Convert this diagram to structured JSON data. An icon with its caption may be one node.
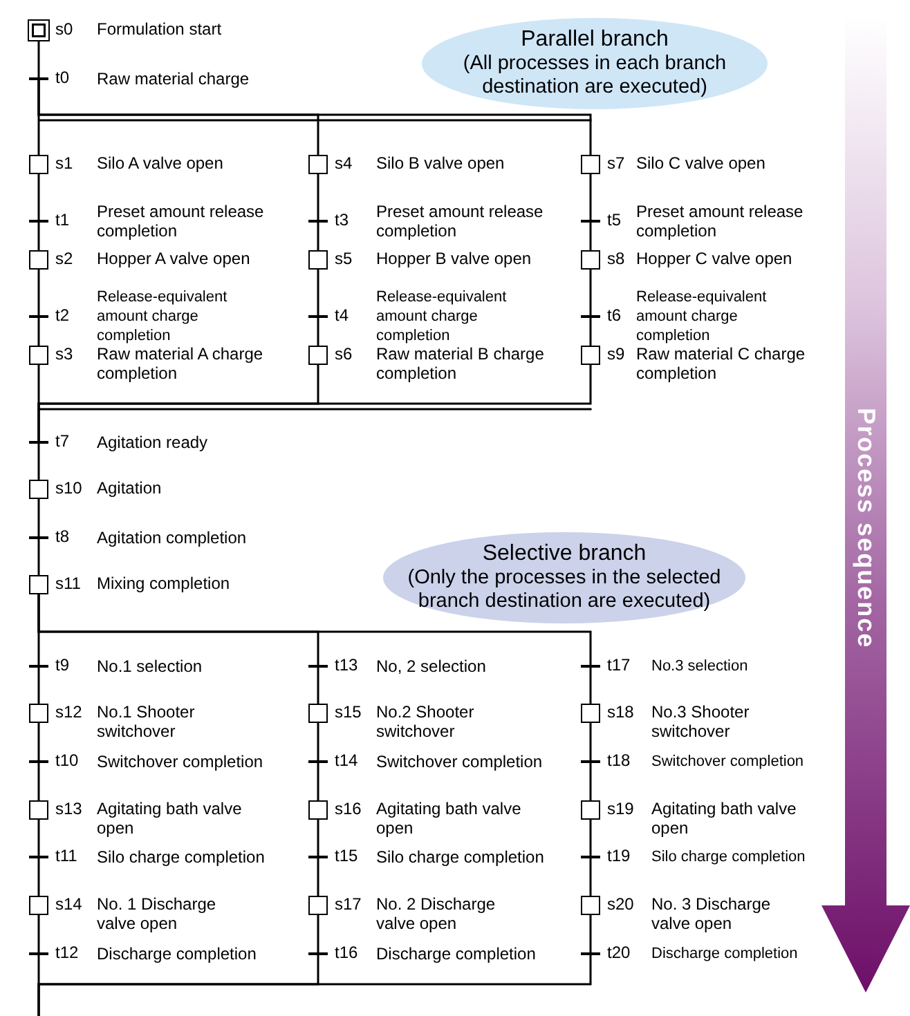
{
  "diagram": {
    "nodes": [
      {
        "text": [],
        "shape": "box",
        "beside": [
          "s0",
          "Formulation start"
        ]
      },
      {
        "text": [],
        "shape": "bar",
        "beside": [
          "t0",
          "Raw material charge"
        ]
      },
      {
        "text": [
          "Parallel branch",
          "(All processes in each branch destination are executed)"
        ]
      },
      {
        "text": [],
        "shape": "box",
        "beside": [
          "s1",
          "Silo A valve open"
        ]
      },
      {
        "text": [],
        "shape": "bar",
        "beside": [
          "t1",
          "Preset amount release completion"
        ]
      },
      {
        "text": [],
        "shape": "box",
        "beside": [
          "s2",
          "Hopper A valve open"
        ]
      },
      {
        "text": [],
        "shape": "bar",
        "beside": [
          "t2",
          "Release-equivalent amount charge completion"
        ]
      },
      {
        "text": [],
        "shape": "box",
        "beside": [
          "s3",
          "Raw material A charge completion"
        ]
      },
      {
        "text": [],
        "shape": "box",
        "beside": [
          "s4",
          "Silo B valve open"
        ]
      },
      {
        "text": [],
        "shape": "bar",
        "beside": [
          "t3",
          "Preset amount release completion"
        ]
      },
      {
        "text": [],
        "shape": "box",
        "beside": [
          "s5",
          "Hopper B valve open"
        ]
      },
      {
        "text": [],
        "shape": "bar",
        "beside": [
          "t4",
          "Release-equivalent amount charge completion"
        ]
      },
      {
        "text": [],
        "shape": "box",
        "beside": [
          "s6",
          "Raw material B charge completion"
        ]
      },
      {
        "text": [],
        "shape": "box",
        "beside": [
          "s7",
          "Silo C valve open"
        ]
      },
      {
        "text": [],
        "shape": "bar",
        "beside": [
          "t5",
          "Preset amount release completion"
        ]
      },
      {
        "text": [],
        "shape": "box",
        "beside": [
          "s8",
          "Hopper C valve open"
        ]
      },
      {
        "text": [],
        "shape": "bar",
        "beside": [
          "t6",
          "Release-equivalent amount charge completion"
        ]
      },
      {
        "text": [],
        "shape": "box",
        "beside": [
          "s9",
          "Raw material C charge completion"
        ]
      },
      {
        "text": [],
        "shape": "bar",
        "beside": [
          "t7",
          "Agitation ready"
        ]
      },
      {
        "text": [],
        "shape": "box",
        "beside": [
          "s10",
          "Agitation"
        ]
      },
      {
        "text": [],
        "shape": "bar",
        "beside": [
          "t8",
          "Agitation completion"
        ]
      },
      {
        "text": [],
        "shape": "box",
        "beside": [
          "s11",
          "Mixing completion"
        ]
      },
      {
        "text": [
          "Selective branch",
          "(Only the processes in the selected branch destination are executed)"
        ]
      },
      {
        "text": [],
        "shape": "bar",
        "beside": [
          "t9",
          "No.1 selection"
        ]
      },
      {
        "text": [],
        "shape": "box",
        "beside": [
          "s12",
          "No.1 Shooter switchover"
        ]
      },
      {
        "text": [],
        "shape": "bar",
        "beside": [
          "t10",
          "Switchover completion"
        ]
      },
      {
        "text": [],
        "shape": "box",
        "beside": [
          "s13",
          "Agitating bath valve open"
        ]
      },
      {
        "text": [],
        "shape": "bar",
        "beside": [
          "t11",
          "Silo charge completion"
        ]
      },
      {
        "text": [],
        "shape": "box",
        "beside": [
          "s14",
          "No. 1 Discharge valve open"
        ]
      },
      {
        "text": [],
        "shape": "bar",
        "beside": [
          "t12",
          "Discharge completion"
        ]
      },
      {
        "text": [],
        "shape": "bar",
        "beside": [
          "t13",
          "No, 2 selection"
        ]
      },
      {
        "text": [],
        "shape": "box",
        "beside": [
          "s15",
          "No.2 Shooter switchover"
        ]
      },
      {
        "text": [],
        "shape": "bar",
        "beside": [
          "t14",
          "Switchover completion"
        ]
      },
      {
        "text": [],
        "shape": "box",
        "beside": [
          "s16",
          "Agitating bath valve open"
        ]
      },
      {
        "text": [],
        "shape": "bar",
        "beside": [
          "t15",
          "Silo charge completion"
        ]
      },
      {
        "text": [],
        "shape": "box",
        "beside": [
          "s17",
          "No. 2 Discharge valve open"
        ]
      },
      {
        "text": [],
        "shape": "bar",
        "beside": [
          "t16",
          "Discharge completion"
        ]
      },
      {
        "text": [],
        "shape": "bar",
        "beside": [
          "t17",
          "No.3 selection"
        ]
      },
      {
        "text": [],
        "shape": "box",
        "beside": [
          "s18",
          "No.3 Shooter switchover"
        ]
      },
      {
        "text": [],
        "shape": "bar",
        "beside": [
          "t18",
          "Switchover completion"
        ]
      },
      {
        "text": [],
        "shape": "box",
        "beside": [
          "s19",
          "Agitating bath valve open"
        ]
      },
      {
        "text": [],
        "shape": "bar",
        "beside": [
          "t19",
          "Silo charge completion"
        ]
      },
      {
        "text": [],
        "shape": "box",
        "beside": [
          "s20",
          "No. 3 Discharge valve open"
        ]
      },
      {
        "text": [],
        "shape": "bar",
        "beside": [
          "t20",
          "Discharge completion"
        ]
      },
      {
        "text": [
          "Process sequence"
        ]
      }
    ],
    "edges": [
      {
        "from": 0,
        "to": 1,
        "arrow": "none"
      },
      {
        "from": 1,
        "to": 3,
        "arrow": "none"
      },
      {
        "from": 1,
        "to": 8,
        "arrow": "none"
      },
      {
        "from": 1,
        "to": 13,
        "arrow": "none"
      },
      {
        "from": 3,
        "to": 4,
        "arrow": "none"
      },
      {
        "from": 4,
        "to": 5,
        "arrow": "none"
      },
      {
        "from": 5,
        "to": 6,
        "arrow": "none"
      },
      {
        "from": 6,
        "to": 7,
        "arrow": "none"
      },
      {
        "from": 8,
        "to": 9,
        "arrow": "none"
      },
      {
        "from": 9,
        "to": 10,
        "arrow": "none"
      },
      {
        "from": 10,
        "to": 11,
        "arrow": "none"
      },
      {
        "from": 11,
        "to": 12,
        "arrow": "none"
      },
      {
        "from": 13,
        "to": 14,
        "arrow": "none"
      },
      {
        "from": 14,
        "to": 15,
        "arrow": "none"
      },
      {
        "from": 15,
        "to": 16,
        "arrow": "none"
      },
      {
        "from": 16,
        "to": 17,
        "arrow": "none"
      },
      {
        "from": 7,
        "to": 18,
        "arrow": "none"
      },
      {
        "from": 12,
        "to": 18,
        "arrow": "none"
      },
      {
        "from": 17,
        "to": 18,
        "arrow": "none"
      },
      {
        "from": 18,
        "to": 19,
        "arrow": "none"
      },
      {
        "from": 19,
        "to": 20,
        "arrow": "none"
      },
      {
        "from": 20,
        "to": 21,
        "arrow": "none"
      },
      {
        "from": 21,
        "to": 23,
        "arrow": "none"
      },
      {
        "from": 21,
        "to": 30,
        "arrow": "none"
      },
      {
        "from": 21,
        "to": 37,
        "arrow": "none"
      },
      {
        "from": 23,
        "to": 24,
        "arrow": "none"
      },
      {
        "from": 24,
        "to": 25,
        "arrow": "none"
      },
      {
        "from": 25,
        "to": 26,
        "arrow": "none"
      },
      {
        "from": 26,
        "to": 27,
        "arrow": "none"
      },
      {
        "from": 27,
        "to": 28,
        "arrow": "none"
      },
      {
        "from": 28,
        "to": 29,
        "arrow": "none"
      },
      {
        "from": 30,
        "to": 31,
        "arrow": "none"
      },
      {
        "from": 31,
        "to": 32,
        "arrow": "none"
      },
      {
        "from": 32,
        "to": 33,
        "arrow": "none"
      },
      {
        "from": 33,
        "to": 34,
        "arrow": "none"
      },
      {
        "from": 34,
        "to": 35,
        "arrow": "none"
      },
      {
        "from": 35,
        "to": 36,
        "arrow": "none"
      },
      {
        "from": 37,
        "to": 38,
        "arrow": "none"
      },
      {
        "from": 38,
        "to": 39,
        "arrow": "none"
      },
      {
        "from": 39,
        "to": 40,
        "arrow": "none"
      },
      {
        "from": 40,
        "to": 41,
        "arrow": "none"
      },
      {
        "from": 41,
        "to": 42,
        "arrow": "none"
      },
      {
        "from": 42,
        "to": 43,
        "arrow": "none"
      },
      {
        "from": 29,
        "to": null,
        "arrow": "none"
      },
      {
        "from": 36,
        "to": null,
        "arrow": "none"
      },
      {
        "from": 43,
        "to": null,
        "arrow": "none"
      }
    ]
  }
}
